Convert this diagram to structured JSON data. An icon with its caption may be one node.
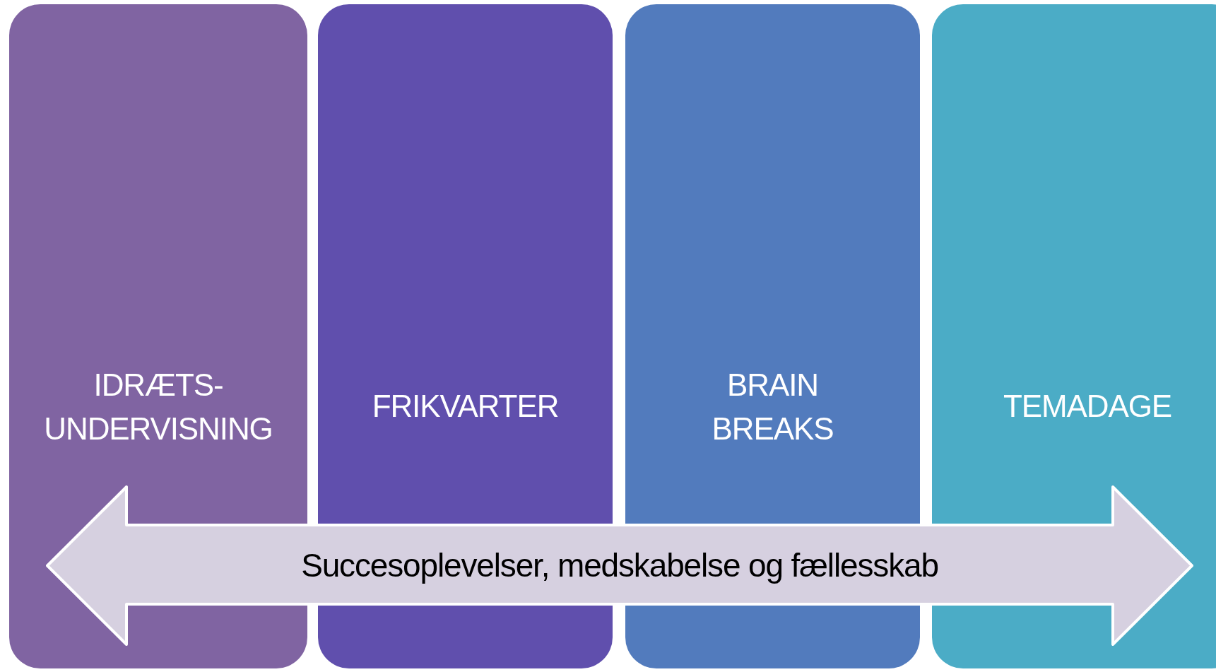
{
  "diagram": {
    "nodes": [
      {
        "text": [
          "IDRÆTS- UNDERVISNING"
        ]
      },
      {
        "text": [
          "FRIKVARTER"
        ]
      },
      {
        "text": [
          "BRAIN BREAKS"
        ]
      },
      {
        "text": [
          "TEMADAGE"
        ]
      },
      {
        "text": [
          "Succesoplevelser, medskabelse og fællesskab"
        ]
      }
    ]
  }
}
